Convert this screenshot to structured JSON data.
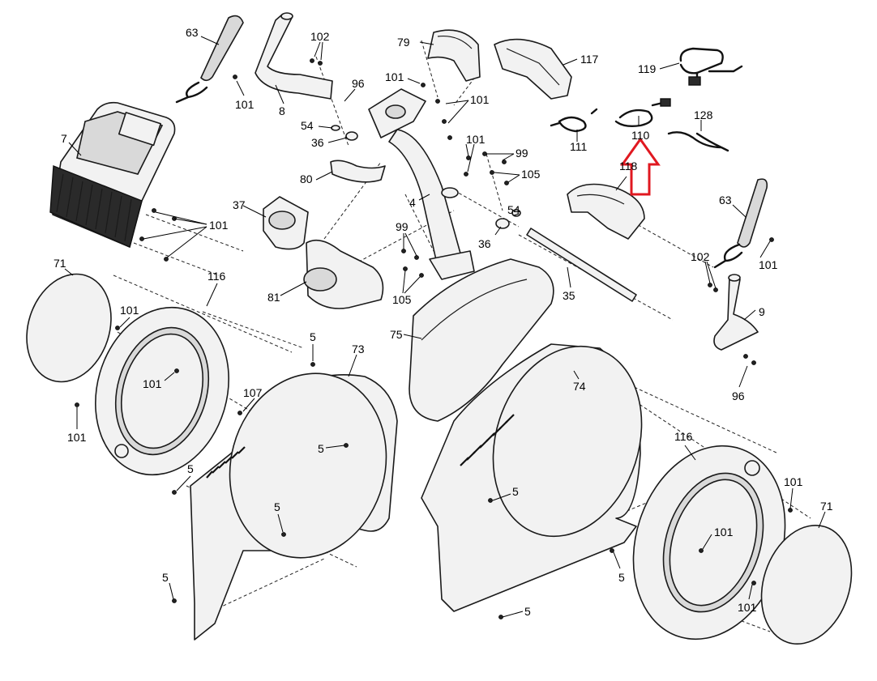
{
  "diagram": {
    "callouts": {
      "c63a": "63",
      "c102a": "102",
      "c79": "79",
      "c117": "117",
      "c119": "119",
      "c101a": "101",
      "c8": "8",
      "c96a": "96",
      "c101b": "101",
      "c54a": "54",
      "c36a": "36",
      "c7": "7",
      "c110": "110",
      "c111": "111",
      "c128": "128",
      "c101c": "101",
      "c99a": "99",
      "c105a": "105",
      "c80": "80",
      "c4": "4",
      "c118": "118",
      "c63b": "63",
      "c37": "37",
      "c101d": "101",
      "c54b": "54",
      "c36b": "36",
      "c99b": "99",
      "c102b": "102",
      "c101e": "101",
      "c71a": "71",
      "c116a": "116",
      "c81": "81",
      "c105b": "105",
      "c35": "35",
      "c9": "9",
      "c101f": "101",
      "c101g": "101",
      "c5a": "5",
      "c73": "73",
      "c75": "75",
      "c74": "74",
      "c96b": "96",
      "c107": "107",
      "c101h": "101",
      "c5b": "5",
      "c116b": "116",
      "c5c": "5",
      "c5d": "5",
      "c101i": "101",
      "c71b": "71",
      "c5e": "5",
      "c101j": "101",
      "c5f": "5",
      "c101k": "101",
      "c5g": "5",
      "c5h": "5"
    }
  }
}
